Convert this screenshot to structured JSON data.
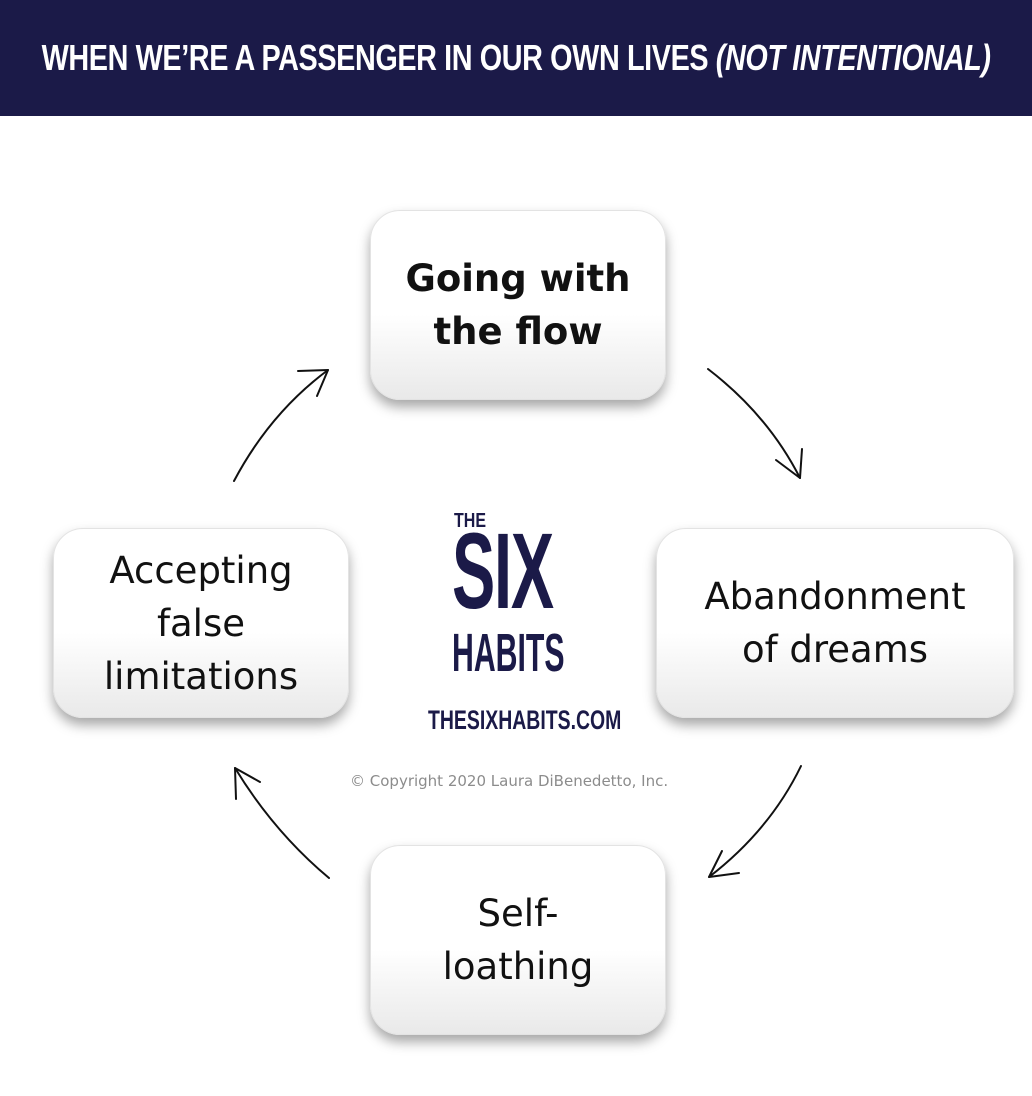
{
  "header": {
    "title_main": "When we’re a passenger in our own lives",
    "title_emphasis": "(not intentional)",
    "background": "#1b1a48"
  },
  "cycle": {
    "nodes": [
      {
        "line1": "Going with",
        "line2": "the flow"
      },
      {
        "line1": "Abandonment",
        "line2": "of dreams"
      },
      {
        "line1": "Self-",
        "line2": "loathing"
      },
      {
        "line1": "Accepting",
        "line2": "false",
        "line3": "limitations"
      }
    ],
    "direction": "clockwise"
  },
  "logo": {
    "the": "THE",
    "six": "SIX",
    "habits": "HABITS",
    "color": "#1b1a48"
  },
  "website": "THESIXHABITS.COM",
  "copyright": "© Copyright 2020 Laura DiBenedetto, Inc."
}
